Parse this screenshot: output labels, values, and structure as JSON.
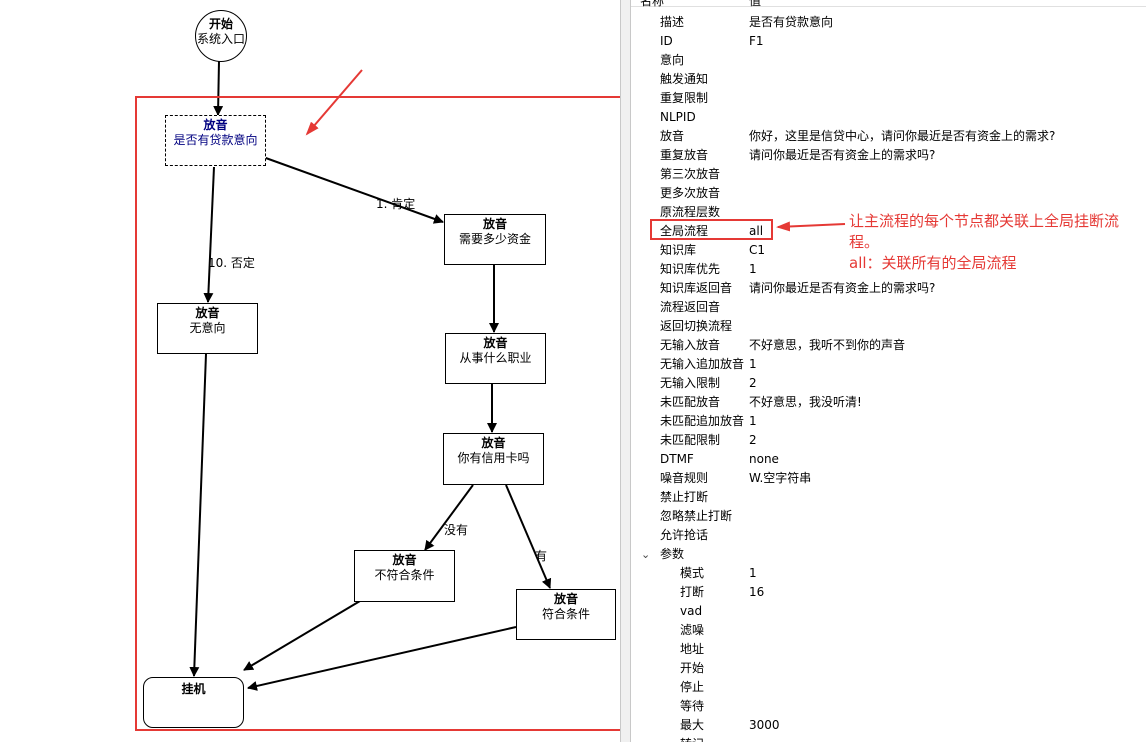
{
  "flow": {
    "start": {
      "title": "开始",
      "subtitle": "系统入口"
    },
    "nodes": {
      "loan_intent": {
        "title": "放音",
        "subtitle": "是否有贷款意向"
      },
      "no_intent": {
        "title": "放音",
        "subtitle": "无意向"
      },
      "amount": {
        "title": "放音",
        "subtitle": "需要多少资金"
      },
      "job": {
        "title": "放音",
        "subtitle": "从事什么职业"
      },
      "credit_card": {
        "title": "放音",
        "subtitle": "你有信用卡吗"
      },
      "not_qualified": {
        "title": "放音",
        "subtitle": "不符合条件"
      },
      "qualified": {
        "title": "放音",
        "subtitle": "符合条件"
      }
    },
    "end": {
      "title": "挂机"
    },
    "edges": {
      "yes_label": "1. 肯定",
      "no_label": "10. 否定",
      "none_label": "没有",
      "has_label": "有"
    }
  },
  "properties": {
    "header": {
      "name": "名称",
      "value": "值"
    },
    "rows": [
      {
        "name": "描述",
        "value": "是否有贷款意向"
      },
      {
        "name": "ID",
        "value": "F1"
      },
      {
        "name": "意向",
        "value": ""
      },
      {
        "name": "触发通知",
        "value": ""
      },
      {
        "name": "重复限制",
        "value": ""
      },
      {
        "name": "NLPID",
        "value": ""
      },
      {
        "name": "放音",
        "value": "你好，这里是信贷中心，请问你最近是否有资金上的需求?"
      },
      {
        "name": "重复放音",
        "value": "请问你最近是否有资金上的需求吗?"
      },
      {
        "name": "第三次放音",
        "value": ""
      },
      {
        "name": "更多次放音",
        "value": ""
      },
      {
        "name": "原流程层数",
        "value": ""
      },
      {
        "name": "全局流程",
        "value": "all"
      },
      {
        "name": "知识库",
        "value": "C1"
      },
      {
        "name": "知识库优先",
        "value": "1"
      },
      {
        "name": "知识库返回音",
        "value": "请问你最近是否有资金上的需求吗?"
      },
      {
        "name": "流程返回音",
        "value": ""
      },
      {
        "name": "返回切换流程",
        "value": ""
      },
      {
        "name": "无输入放音",
        "value": "不好意思，我听不到你的声音"
      },
      {
        "name": "无输入追加放音",
        "value": "1"
      },
      {
        "name": "无输入限制",
        "value": "2"
      },
      {
        "name": "未匹配放音",
        "value": "不好意思，我没听清!"
      },
      {
        "name": "未匹配追加放音",
        "value": "1"
      },
      {
        "name": "未匹配限制",
        "value": "2"
      },
      {
        "name": "DTMF",
        "value": "none"
      },
      {
        "name": "噪音规则",
        "value": "W.空字符串"
      },
      {
        "name": "禁止打断",
        "value": ""
      },
      {
        "name": "忽略禁止打断",
        "value": ""
      },
      {
        "name": "允许抢话",
        "value": ""
      }
    ],
    "group": {
      "name": "参数",
      "expand_icon": "chevron-down-icon"
    },
    "child_rows": [
      {
        "name": "模式",
        "value": "1"
      },
      {
        "name": "打断",
        "value": "16"
      },
      {
        "name": "vad",
        "value": ""
      },
      {
        "name": "滤噪",
        "value": ""
      },
      {
        "name": "地址",
        "value": ""
      },
      {
        "name": "开始",
        "value": ""
      },
      {
        "name": "停止",
        "value": ""
      },
      {
        "name": "等待",
        "value": ""
      },
      {
        "name": "最大",
        "value": "3000"
      },
      {
        "name": "转记",
        "value": ""
      }
    ]
  },
  "annotation": {
    "line1": "让主流程的每个节点都关联上全局挂断流",
    "line2": "程。",
    "line3": "all：关联所有的全局流程",
    "color": "#e53935"
  }
}
